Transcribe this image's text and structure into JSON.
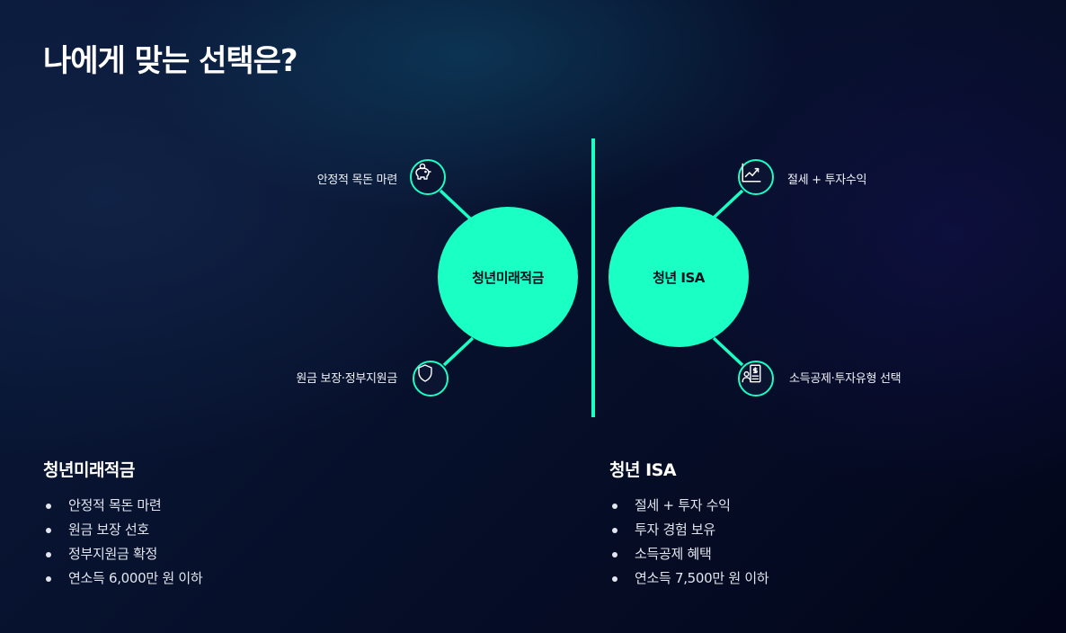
{
  "title": "나에게 맞는 선택은?",
  "accent_color": "#19ffc4",
  "diagram": {
    "left": {
      "name": "청년미래적금",
      "nodes": [
        {
          "label": "안정적 목돈 마련",
          "icon": "piggy-bank-icon"
        },
        {
          "label": "원금 보장·정부지원금",
          "icon": "shield-icon"
        }
      ]
    },
    "right": {
      "name": "청년 ISA",
      "nodes": [
        {
          "label": "절세 + 투자수익",
          "icon": "chart-trend-icon"
        },
        {
          "label": "소득공제·투자유형 선택",
          "icon": "investor-document-icon"
        }
      ]
    }
  },
  "summary": {
    "left": {
      "title": "청년미래적금",
      "items": [
        "안정적 목돈 마련",
        "원금 보장 선호",
        "정부지원금 확정",
        "연소득 6,000만 원 이하"
      ]
    },
    "right": {
      "title": "청년 ISA",
      "items": [
        "절세 + 투자 수익",
        "투자 경험 보유",
        "소득공제 혜택",
        "연소득 7,500만 원 이하"
      ]
    }
  }
}
